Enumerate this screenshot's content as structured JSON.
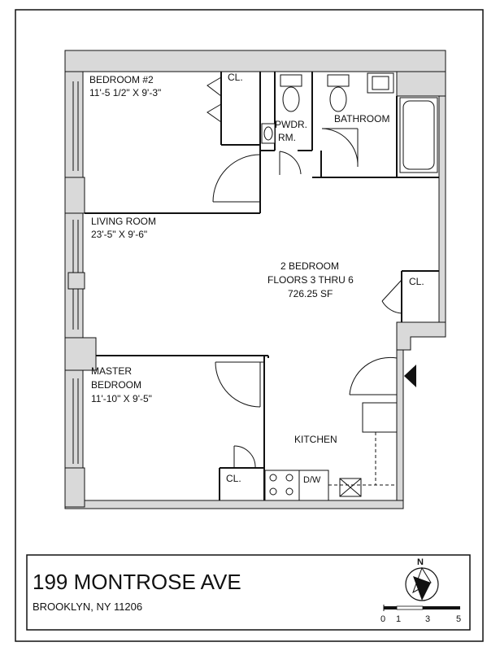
{
  "rooms": {
    "bedroom2": {
      "name": "BEDROOM #2",
      "dims": "11'-5 1/2\" X 9'-3\""
    },
    "living": {
      "name": "LIVING ROOM",
      "dims": "23'-5\" X 9'-6\""
    },
    "master": {
      "name_line1": "MASTER",
      "name_line2": "BEDROOM",
      "dims": "11'-10\" X 9'-5\""
    },
    "powder_line1": "PWDR.",
    "powder_line2": "RM.",
    "bathroom": "BATHROOM",
    "kitchen": "KITCHEN",
    "closet": "CL.",
    "dishwasher": "D/W"
  },
  "unit": {
    "type": "2 BEDROOM",
    "floors": "FLOORS 3 THRU 6",
    "area": "726.25 SF"
  },
  "title_block": {
    "address": "199 MONTROSE AVE",
    "city": "BROOKLYN, NY 11206"
  },
  "compass": {
    "north": "N"
  },
  "scale": {
    "labels": [
      "0",
      "1",
      "3",
      "5"
    ]
  },
  "colors": {
    "wall": "#d9d9d9",
    "line": "#111111"
  }
}
